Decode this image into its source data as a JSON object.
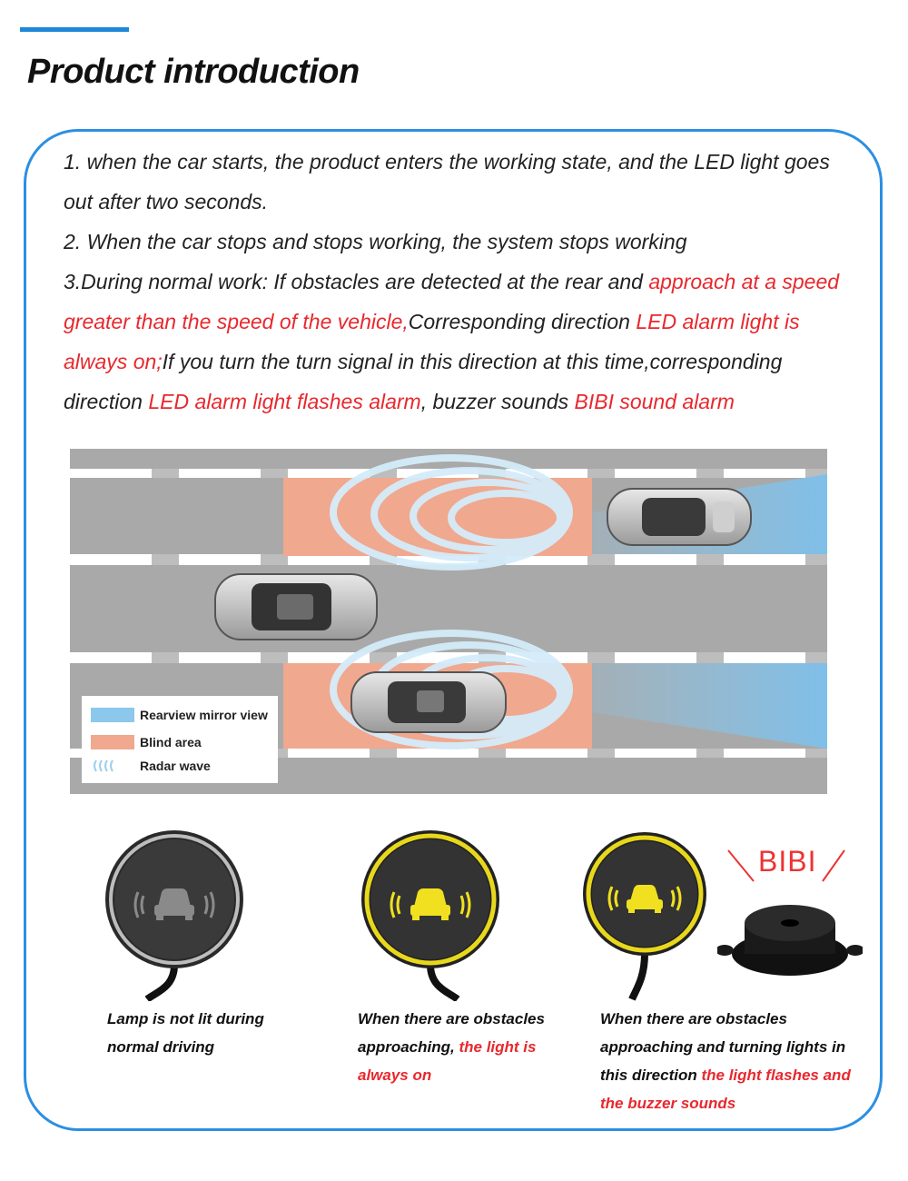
{
  "header": {
    "title": "Product introduction"
  },
  "intro": {
    "p1": "1. when the car starts, the product enters the working state, and the LED light goes out after two seconds.",
    "p2": "2. When the car stops and stops working, the system stops working",
    "p3_a": "3.During normal work: If obstacles are detected at the rear and ",
    "p3_b_red": "approach at a speed greater than the speed of the vehicle,",
    "p3_c": "Corresponding direction ",
    "p3_d_red": "LED alarm light is always on;",
    "p3_e": "If you turn the turn signal in this direction at this time,corresponding direction ",
    "p3_f_red": "LED alarm light flashes alarm",
    "p3_g": ", buzzer sounds ",
    "p3_h_red": "BIBI sound alarm"
  },
  "legend": {
    "items": [
      {
        "label": "Rearview mirror view",
        "color": "#8cc8ec"
      },
      {
        "label": "Blind area",
        "color": "#f0a88e"
      },
      {
        "label": "Radar wave",
        "color": "#bfe0f4"
      }
    ]
  },
  "lamps": {
    "off": {
      "caption_a": "Lamp is not lit during normal driving"
    },
    "on": {
      "caption_a": "When there are obstacles approaching, ",
      "caption_b_red": "the light is always on"
    },
    "flash": {
      "caption_a": "When there are obstacles approaching and turning  lights in this direction ",
      "caption_b_red": "the light flashes and the buzzer sounds"
    },
    "buzzer_label": "BIBI"
  },
  "colors": {
    "accent": "#2b8fe3",
    "alert_red": "#e8282e",
    "lamp_yellow": "#e8d81c",
    "road_gray": "#a9a9a9",
    "blind_area": "#f0a88e",
    "mirror_view": "#8cc8ec"
  }
}
